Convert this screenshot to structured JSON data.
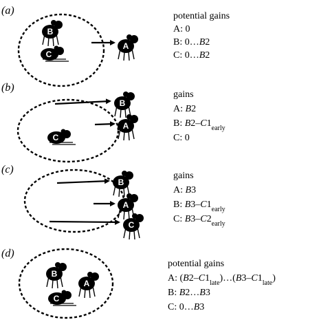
{
  "panels": [
    {
      "label": "(a)",
      "heading": "potential gains",
      "lines": [
        {
          "prefix": "A: ",
          "parts": [
            {
              "t": "0"
            }
          ]
        },
        {
          "prefix": "B: ",
          "parts": [
            {
              "t": "0…"
            },
            {
              "t": "B",
              "i": true
            },
            {
              "t": "2"
            }
          ]
        },
        {
          "prefix": "C: ",
          "parts": [
            {
              "t": "0…"
            },
            {
              "t": "B",
              "i": true
            },
            {
              "t": "2"
            }
          ]
        }
      ],
      "animals": [
        {
          "letter": "B"
        },
        {
          "letter": "C"
        },
        {
          "letter": "A"
        }
      ]
    },
    {
      "label": "(b)",
      "heading": "gains",
      "lines": [
        {
          "prefix": "A: ",
          "parts": [
            {
              "t": "B",
              "i": true
            },
            {
              "t": "2"
            }
          ]
        },
        {
          "prefix": "B: ",
          "parts": [
            {
              "t": "B",
              "i": true
            },
            {
              "t": "2–"
            },
            {
              "t": "C",
              "i": true
            },
            {
              "t": "1"
            },
            {
              "t": "early",
              "sub": true
            }
          ]
        },
        {
          "prefix": "C: ",
          "parts": [
            {
              "t": "0"
            }
          ]
        }
      ],
      "animals": [
        {
          "letter": "B"
        },
        {
          "letter": "A"
        },
        {
          "letter": "C"
        }
      ]
    },
    {
      "label": "(c)",
      "heading": "gains",
      "lines": [
        {
          "prefix": "A: ",
          "parts": [
            {
              "t": "B",
              "i": true
            },
            {
              "t": "3"
            }
          ]
        },
        {
          "prefix": "B: ",
          "parts": [
            {
              "t": "B",
              "i": true
            },
            {
              "t": "3–"
            },
            {
              "t": "C",
              "i": true
            },
            {
              "t": "1"
            },
            {
              "t": "early",
              "sub": true
            }
          ]
        },
        {
          "prefix": "C: ",
          "parts": [
            {
              "t": "B",
              "i": true
            },
            {
              "t": "3–"
            },
            {
              "t": "C",
              "i": true
            },
            {
              "t": "2"
            },
            {
              "t": "early",
              "sub": true
            }
          ]
        }
      ],
      "animals": [
        {
          "letter": "B"
        },
        {
          "letter": "A"
        },
        {
          "letter": "C"
        }
      ]
    },
    {
      "label": "(d)",
      "heading": "potential gains",
      "lines": [
        {
          "prefix": "A: ",
          "parts": [
            {
              "t": "("
            },
            {
              "t": "B",
              "i": true
            },
            {
              "t": "2–"
            },
            {
              "t": "C",
              "i": true
            },
            {
              "t": "1"
            },
            {
              "t": "late",
              "sub": true
            },
            {
              "t": ")…("
            },
            {
              "t": "B",
              "i": true
            },
            {
              "t": "3–"
            },
            {
              "t": "C",
              "i": true
            },
            {
              "t": "1"
            },
            {
              "t": "late",
              "sub": true
            },
            {
              "t": ")"
            }
          ]
        },
        {
          "prefix": "B: ",
          "parts": [
            {
              "t": "B",
              "i": true
            },
            {
              "t": "2…"
            },
            {
              "t": "B",
              "i": true
            },
            {
              "t": "3"
            }
          ]
        },
        {
          "prefix": "C: ",
          "parts": [
            {
              "t": "0…"
            },
            {
              "t": "B",
              "i": true
            },
            {
              "t": "3"
            }
          ]
        }
      ],
      "animals": [
        {
          "letter": "B"
        },
        {
          "letter": "A"
        },
        {
          "letter": "C"
        }
      ]
    }
  ]
}
